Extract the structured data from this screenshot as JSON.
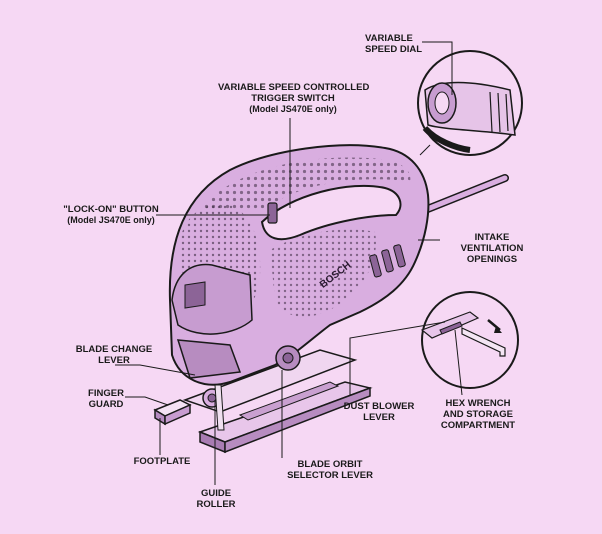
{
  "labels": {
    "speed_dial": [
      "VARIABLE",
      "SPEED DIAL"
    ],
    "trigger": [
      "VARIABLE SPEED CONTROLLED",
      "TRIGGER SWITCH",
      "(Model JS470E only)"
    ],
    "lock_on": [
      "\"LOCK-ON\" BUTTON",
      "(Model JS470E only)"
    ],
    "intake": [
      "INTAKE",
      "VENTILATION",
      "OPENINGS"
    ],
    "blade_change": [
      "BLADE CHANGE",
      "LEVER"
    ],
    "finger_guard": [
      "FINGER",
      "GUARD"
    ],
    "dust_blower": [
      "DUST BLOWER",
      "LEVER"
    ],
    "hex_wrench": [
      "HEX WRENCH",
      "AND STORAGE",
      "COMPARTMENT"
    ],
    "footplate": [
      "FOOTPLATE"
    ],
    "orbit_selector": [
      "BLADE ORBIT",
      "SELECTOR LEVER"
    ],
    "guide_roller": [
      "GUIDE",
      "ROLLER"
    ]
  },
  "brand": "BOSCH",
  "colors": {
    "background": "#f6d8f4",
    "body_fill": "#d9aee0",
    "body_dark": "#8c6497",
    "line": "#1a1a1a"
  }
}
